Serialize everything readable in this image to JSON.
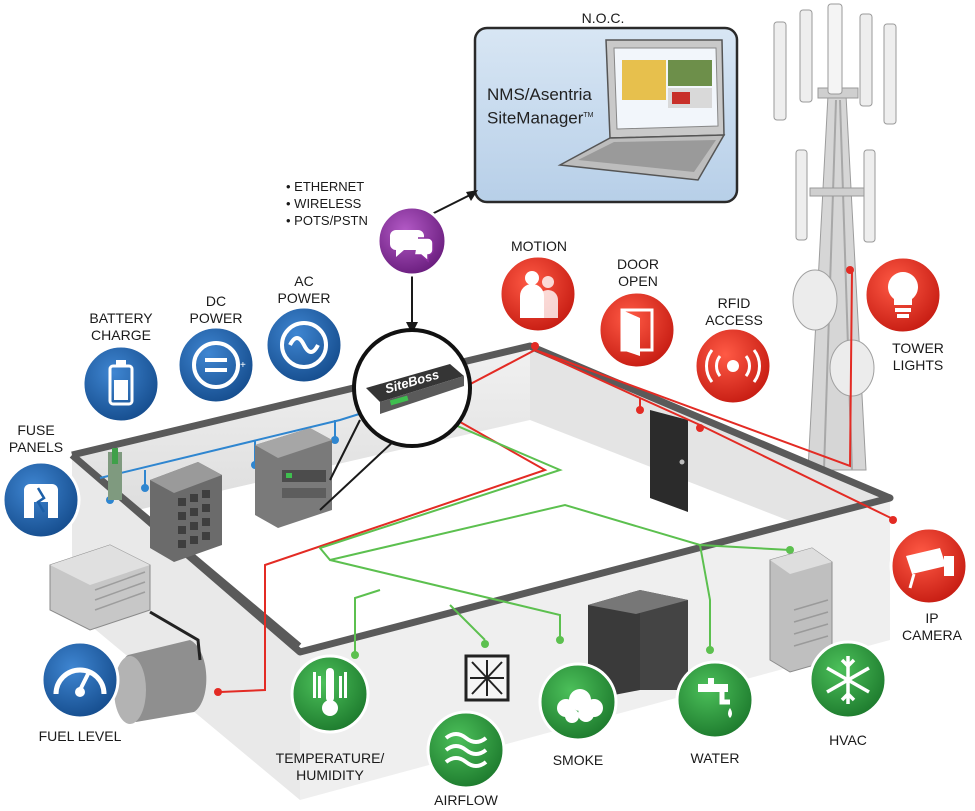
{
  "noc": {
    "title": "N.O.C.",
    "product_line1": "NMS/Asentria",
    "product_line2": "SiteManager",
    "trademark": "TM"
  },
  "comms": {
    "items": [
      "ETHERNET",
      "WIRELESS",
      "POTS/PSTN"
    ]
  },
  "device": {
    "name": "SiteBoss"
  },
  "sensors": {
    "battery_charge": "BATTERY\nCHARGE",
    "dc_power": "DC\nPOWER",
    "ac_power": "AC\nPOWER",
    "fuse_panels": "FUSE\nPANELS",
    "fuel_level": "FUEL LEVEL",
    "temperature_humidity": "TEMPERATURE/\nHUMIDITY",
    "airflow": "AIRFLOW",
    "smoke": "SMOKE",
    "water": "WATER",
    "hvac": "HVAC",
    "motion": "MOTION",
    "door_open": "DOOR\nOPEN",
    "rfid_access": "RFID\nACCESS",
    "tower_lights": "TOWER\nLIGHTS",
    "ip_camera": "IP\nCAMERA"
  },
  "colors": {
    "power_blue": "#1c5fa8",
    "security_red": "#e02a1e",
    "environment_green": "#2e9e3e",
    "comms_purple": "#8a2f9e",
    "wall_gray": "#5a5a5a",
    "blue_wire": "#2f86d0",
    "red_wire": "#e32b24",
    "green_wire": "#5cc04f"
  }
}
